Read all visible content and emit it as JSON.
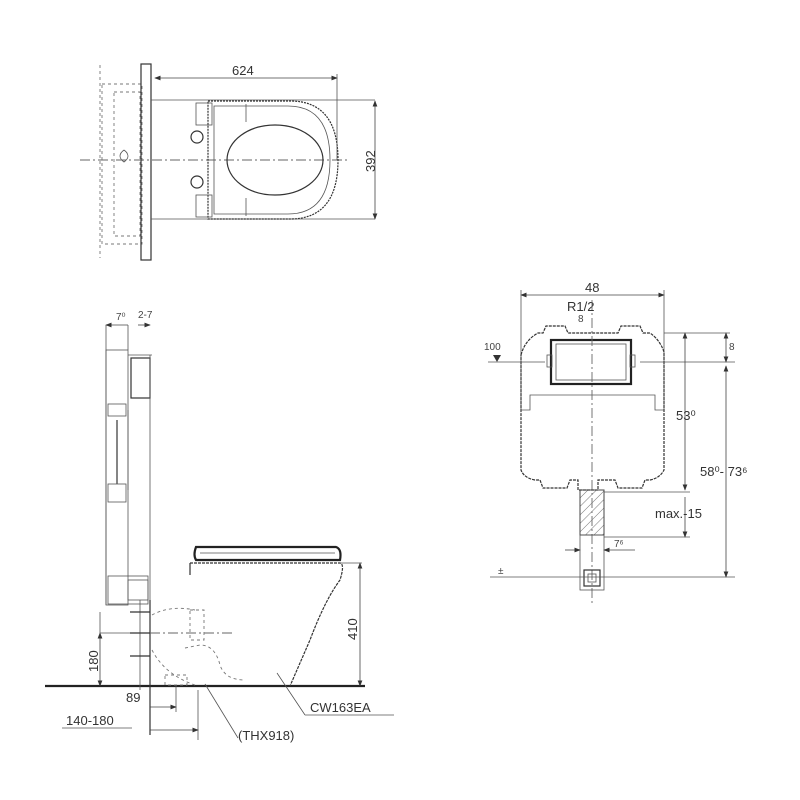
{
  "diagram": {
    "title": "Wall-hung toilet with concealed cistern - dimension drawing",
    "views": {
      "top_view": {
        "dims": {
          "length": "624",
          "width": "392"
        }
      },
      "side_view": {
        "dims": {
          "frame_depth_a": "7⁰",
          "frame_depth_b": "2-7",
          "bowl_height": "410",
          "outlet_height": "180",
          "outlet_offset": "89",
          "wall_to_pipe": "140-180"
        },
        "labels": {
          "toilet_model": "CW163EA",
          "frame_model": "(THX918)"
        }
      },
      "front_view": {
        "dims": {
          "width": "48",
          "thread": "R1/2",
          "thread_sub": "8",
          "top_level": "100",
          "top_offset": "8",
          "cistern_height": "53⁰",
          "total_height": "58⁰- 73⁶",
          "adjust": "max.-15",
          "pipe_width": "7⁶",
          "floor_mark": "±"
        }
      }
    }
  }
}
